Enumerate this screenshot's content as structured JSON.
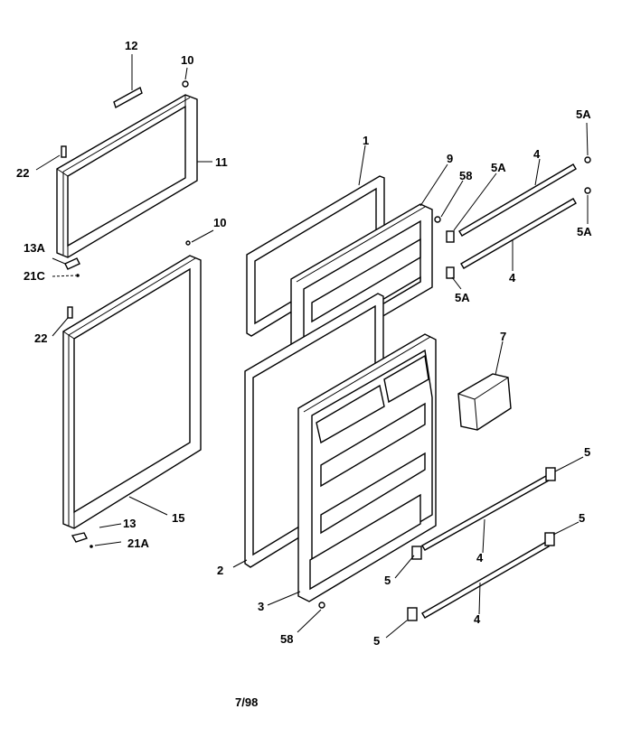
{
  "labels": {
    "p1": "1",
    "p2": "2",
    "p3": "3",
    "p4a": "4",
    "p4b": "4",
    "p4c": "4",
    "p4d": "4",
    "p5a": "5",
    "p5b": "5",
    "p5c": "5",
    "p5d": "5",
    "p5Aa": "5A",
    "p5Ab": "5A",
    "p5Ac": "5A",
    "p5Ad": "5A",
    "p7": "7",
    "p9": "9",
    "p10a": "10",
    "p10b": "10",
    "p11": "11",
    "p12": "12",
    "p13": "13",
    "p13A": "13A",
    "p15": "15",
    "p21A": "21A",
    "p21C": "21C",
    "p22a": "22",
    "p22b": "22",
    "p58a": "58",
    "p58b": "58"
  },
  "date": "7/98"
}
